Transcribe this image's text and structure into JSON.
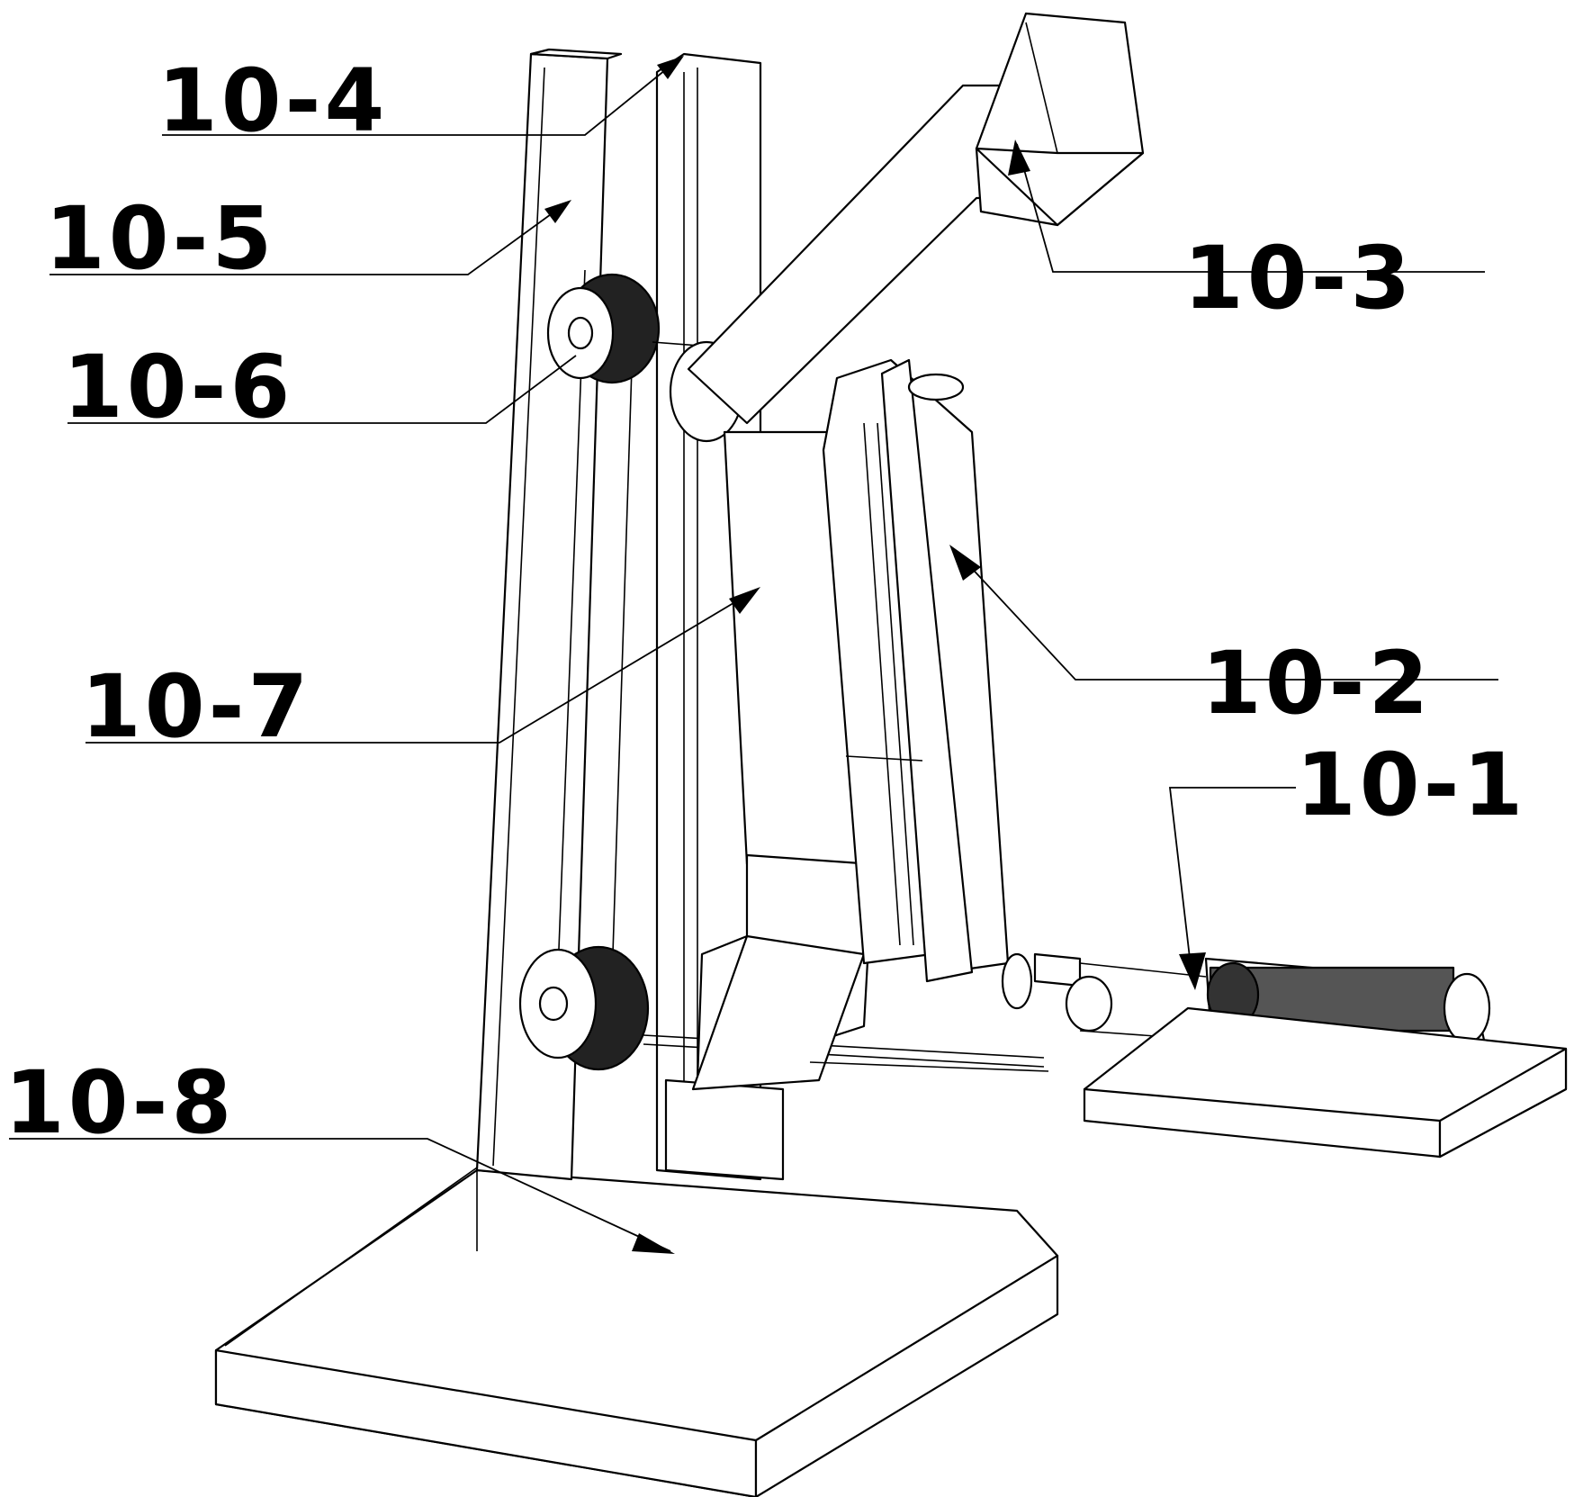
{
  "labels": [
    {
      "id": "10-1",
      "text": "10-1"
    },
    {
      "id": "10-2",
      "text": "10-2"
    },
    {
      "id": "10-3",
      "text": "10-3"
    },
    {
      "id": "10-4",
      "text": "10-4"
    },
    {
      "id": "10-5",
      "text": "10-5"
    },
    {
      "id": "10-6",
      "text": "10-6"
    },
    {
      "id": "10-7",
      "text": "10-7"
    },
    {
      "id": "10-8",
      "text": "10-8"
    }
  ],
  "colors": {
    "line": "#000000",
    "background": "#ffffff"
  }
}
